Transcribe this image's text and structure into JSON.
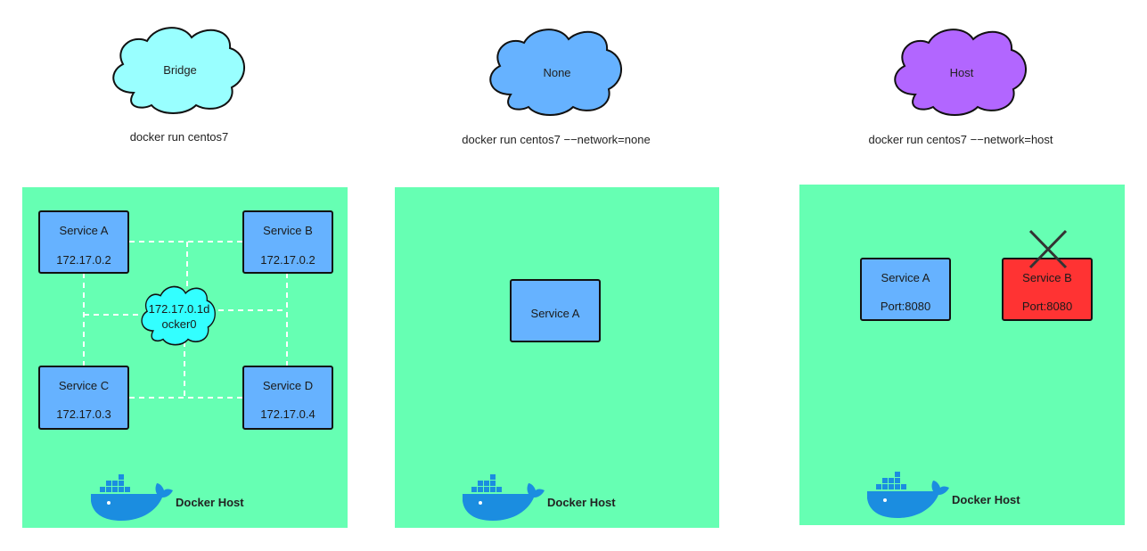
{
  "colors": {
    "panel": "#66ffb3",
    "service": "#66b2ff",
    "service_stopped": "#ff3333",
    "bridge_cloud": "#99ffff",
    "none_cloud": "#66b2ff",
    "host_cloud": "#b266ff",
    "docker0_cloud": "#33ffff",
    "whale": "#1b8de0"
  },
  "bridge": {
    "cloud_label": "Bridge",
    "command": "docker run centos7",
    "docker0_line1": "172.17.0.1d",
    "docker0_line2": "ocker0",
    "services": [
      {
        "name": "Service A",
        "ip": "172.17.0.2"
      },
      {
        "name": "Service B",
        "ip": "172.17.0.2"
      },
      {
        "name": "Service C",
        "ip": "172.17.0.3"
      },
      {
        "name": "Service D",
        "ip": "172.17.0.4"
      }
    ],
    "host_label": "Docker Host"
  },
  "none": {
    "cloud_label": "None",
    "command": "docker run centos7 −−network=none",
    "service": {
      "name": "Service A"
    },
    "host_label": "Docker Host"
  },
  "host": {
    "cloud_label": "Host",
    "command": "docker run centos7 −−network=host",
    "services": [
      {
        "name": "Service A",
        "port": "Port:8080"
      },
      {
        "name": "Service B",
        "port": "Port:8080"
      }
    ],
    "host_label": "Docker Host"
  }
}
